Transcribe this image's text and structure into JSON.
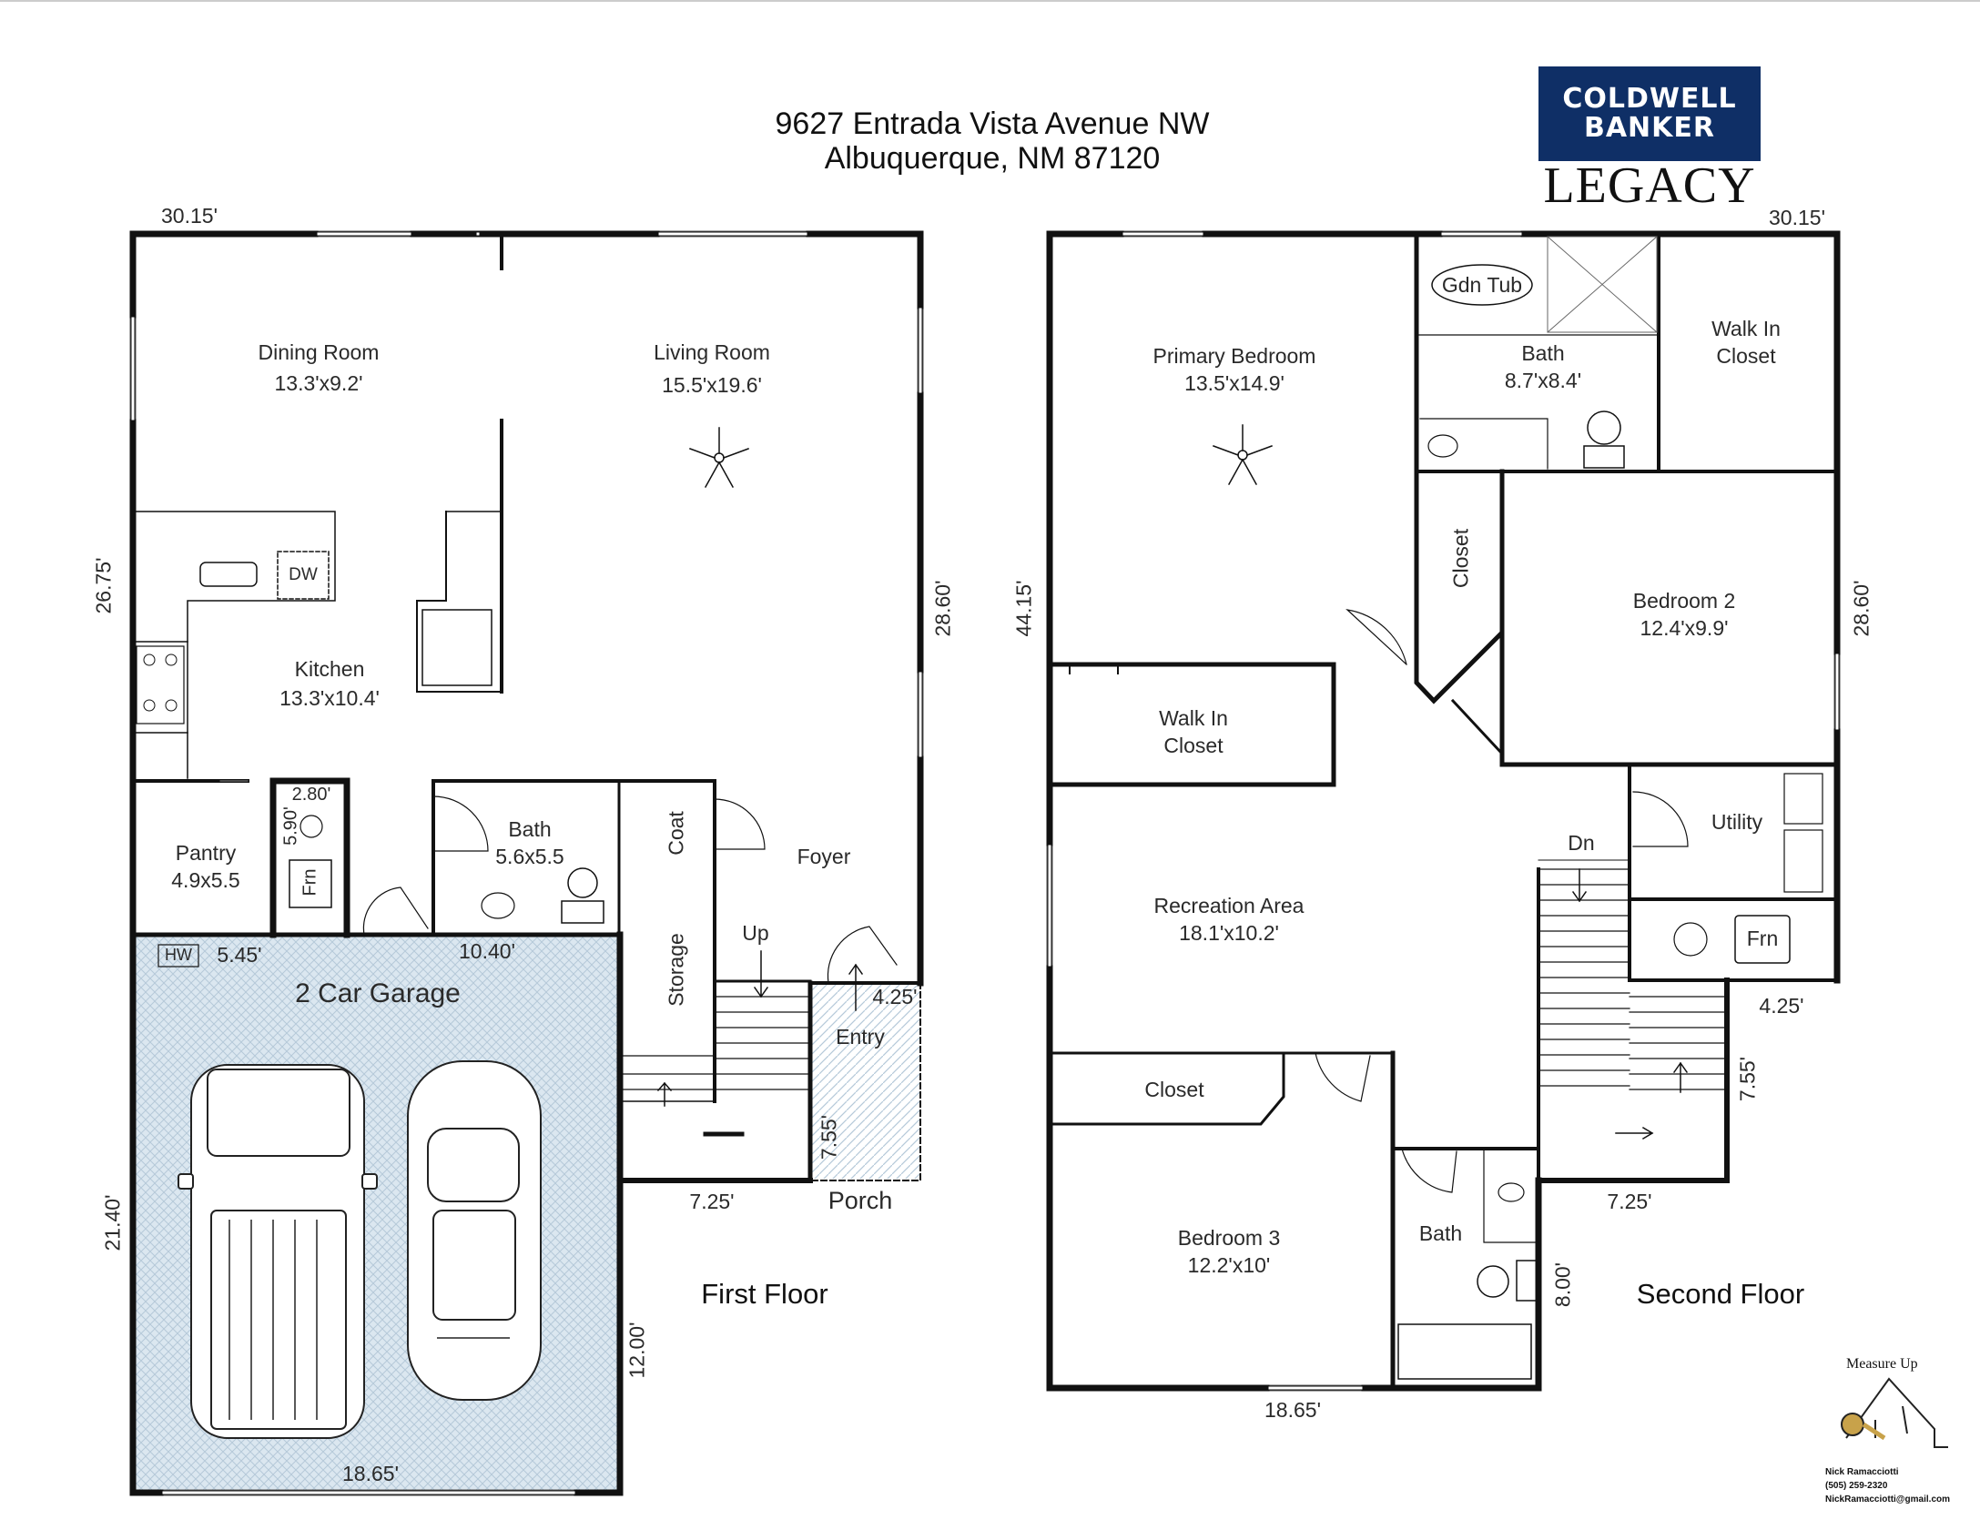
{
  "header": {
    "address_line1": "9627 Entrada Vista Avenue NW",
    "address_line2": "Albuquerque, NM 87120"
  },
  "brand": {
    "logo_line1": "COLDWELL",
    "logo_line2": "BANKER",
    "logo_line3": "LEGACY",
    "logo_color": "#0f2f66"
  },
  "garage_fill": "#dbe7f0",
  "first_floor": {
    "title": "First Floor",
    "rooms": {
      "dining": {
        "name": "Dining Room",
        "size": "13.3'x9.2'"
      },
      "living": {
        "name": "Living Room",
        "size": "15.5'x19.6'"
      },
      "kitchen": {
        "name": "Kitchen",
        "size": "13.3'x10.4'"
      },
      "pantry": {
        "name": "Pantry",
        "size": "4.9x5.5"
      },
      "bath": {
        "name": "Bath",
        "size": "5.6x5.5"
      },
      "garage": {
        "name": "2 Car Garage"
      }
    },
    "labels": {
      "dw": "DW",
      "frn": "Frn",
      "hw": "HW",
      "coat": "Coat",
      "storage": "Storage",
      "foyer": "Foyer",
      "up": "Up",
      "entry": "Entry",
      "porch": "Porch"
    },
    "dims": {
      "top": "30.15'",
      "left": "26.75'",
      "right": "28.60'",
      "frn_w": "2.80'",
      "frn_h": "5.90'",
      "garage_w": "5.45'",
      "bath_w": "10.40'",
      "entry_w": "4.25'",
      "entry_h": "7.55'",
      "stair_w": "7.25'",
      "garage_left": "21.40'",
      "garage_right": "12.00'",
      "garage_bottom": "18.65'"
    }
  },
  "second_floor": {
    "title": "Second Floor",
    "rooms": {
      "primary": {
        "name": "Primary Bedroom",
        "size": "13.5'x14.9'"
      },
      "bath_main": {
        "name": "Bath",
        "size": "8.7'x8.4'"
      },
      "bedroom2": {
        "name": "Bedroom 2",
        "size": "12.4'x9.9'"
      },
      "walkin_left": {
        "name": "Walk In Closet"
      },
      "walkin_right": {
        "name": "Walk In Closet"
      },
      "recreation": {
        "name": "Recreation Area",
        "size": "18.1'x10.2'"
      },
      "bedroom3": {
        "name": "Bedroom 3",
        "size": "12.2'x10'"
      },
      "bath_small": {
        "name": "Bath"
      },
      "utility": {
        "name": "Utility"
      }
    },
    "labels": {
      "gdn_tub": "Gdn Tub",
      "closet_v": "Closet",
      "closet_h": "Closet",
      "dn": "Dn",
      "frn": "Frn"
    },
    "dims": {
      "top": "30.15'",
      "left": "44.15'",
      "right": "28.60'",
      "step_w": "4.25'",
      "step_h": "7.55'",
      "stair_w": "7.25'",
      "bath_h": "8.00'",
      "bottom": "18.65'"
    }
  },
  "footer": {
    "brand": "Measure Up",
    "name": "Nick Ramacciotti",
    "phone": "(505) 259-2320",
    "email": "NickRamacciotti@gmail.com"
  }
}
